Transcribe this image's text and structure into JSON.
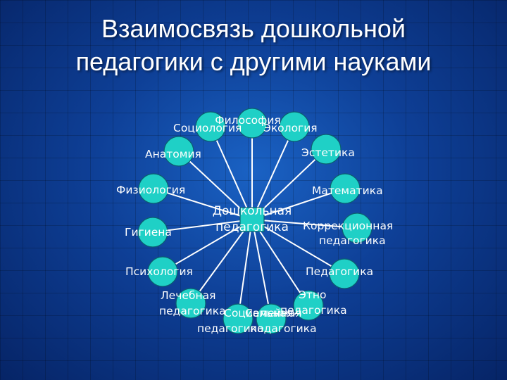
{
  "slide": {
    "title_line1": "Взаимосвязь дошкольной",
    "title_line2": "педагогики с другими науками"
  },
  "diagram": {
    "center": [
      "Дошкольная",
      "педагогика"
    ],
    "nodes": [
      [
        "Философия"
      ],
      [
        "Социология"
      ],
      [
        "Экология"
      ],
      [
        "Анатомия"
      ],
      [
        "Эстетика"
      ],
      [
        "Физиология"
      ],
      [
        "Математика"
      ],
      [
        "Гигиена"
      ],
      [
        "Коррекционная",
        "педагогика"
      ],
      [
        "Психология"
      ],
      [
        "Педагогика"
      ],
      [
        "Лечебная",
        "педагогика"
      ],
      [
        "Этно",
        "педагогика"
      ],
      [
        "Социальная",
        "педагогика"
      ],
      [
        "Семейная",
        "педагогика"
      ]
    ],
    "colors": {
      "node_fill": "#1fd0c6",
      "spoke": "#ffffff",
      "text": "#ffffff"
    }
  }
}
